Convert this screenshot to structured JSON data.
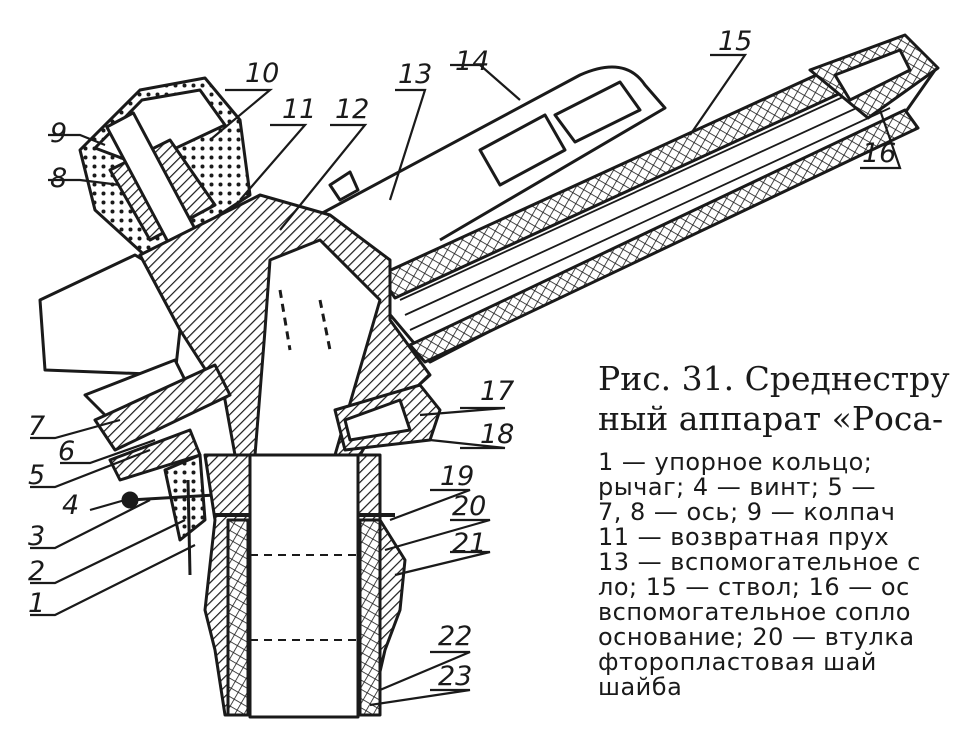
{
  "figure": {
    "caption_title_line1": "Рис. 31. Среднестру",
    "caption_title_line2": "ный аппарат «Роса-",
    "caption_lines": [
      "1 — упорное  кольцо;",
      "рычаг;  4 — винт;  5 —",
      "7,  8 — ось;   9 — колпач",
      "11 — возвратная    прух",
      "13 — вспомогательное с",
      "ло;  15 — ствол;  16 — ос",
      "вспомогательное сопло",
      "основание;  20 — втулка",
      "фторопластовая     шай",
      "шайба"
    ]
  },
  "callouts": [
    "1",
    "2",
    "3",
    "4",
    "5",
    "6",
    "7",
    "8",
    "9",
    "10",
    "11",
    "12",
    "13",
    "14",
    "15",
    "16",
    "17",
    "18",
    "19",
    "20",
    "21",
    "22",
    "23"
  ]
}
